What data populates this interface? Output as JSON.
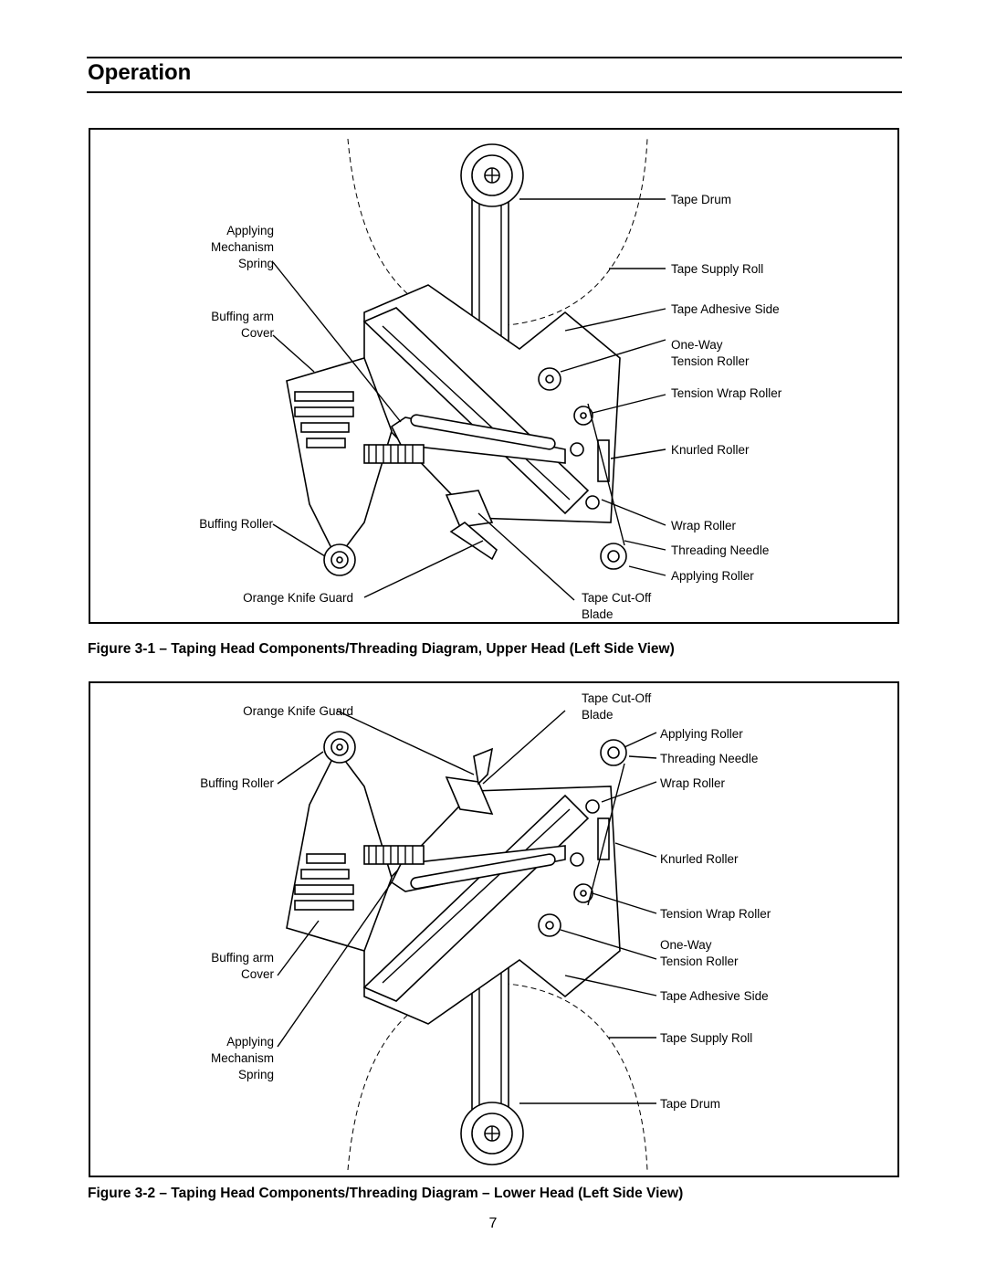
{
  "section_title": "Operation",
  "figure1": {
    "caption": "Figure 3-1 – Taping Head Components/Threading Diagram, Upper Head (Left Side View)",
    "labels": {
      "tape_drum": "Tape Drum",
      "tape_supply_roll": "Tape Supply Roll",
      "tape_adhesive_side": "Tape Adhesive Side",
      "one_way_line1": "One-Way",
      "one_way_line2": "Tension Roller",
      "tension_wrap_roller": "Tension Wrap Roller",
      "knurled_roller": "Knurled Roller",
      "wrap_roller": "Wrap Roller",
      "threading_needle": "Threading Needle",
      "applying_roller": "Applying Roller",
      "cutoff_line1": "Tape Cut-Off",
      "cutoff_line2": "Blade",
      "orange_knife_guard": "Orange Knife Guard",
      "buffing_roller": "Buffing Roller",
      "buffing_arm_line1": "Buffing arm",
      "buffing_arm_line2": "Cover",
      "spring_line1": "Applying",
      "spring_line2": "Mechanism",
      "spring_line3": "Spring"
    }
  },
  "figure2": {
    "caption": "Figure 3-2 – Taping Head Components/Threading Diagram – Lower Head  (Left Side View)",
    "labels": {
      "cutoff_line1": "Tape Cut-Off",
      "cutoff_line2": "Blade",
      "orange_knife_guard": "Orange Knife Guard",
      "applying_roller": "Applying Roller",
      "threading_needle": "Threading Needle",
      "buffing_roller": "Buffing Roller",
      "wrap_roller": "Wrap Roller",
      "knurled_roller": "Knurled Roller",
      "tension_wrap_roller": "Tension Wrap Roller",
      "one_way_line1": "One-Way",
      "one_way_line2": "Tension Roller",
      "buffing_arm_line1": "Buffing arm",
      "buffing_arm_line2": "Cover",
      "tape_adhesive_side": "Tape Adhesive Side",
      "spring_line1": "Applying",
      "spring_line2": "Mechanism",
      "spring_line3": "Spring",
      "tape_supply_roll": "Tape Supply Roll",
      "tape_drum": "Tape Drum"
    }
  },
  "page_number": "7"
}
